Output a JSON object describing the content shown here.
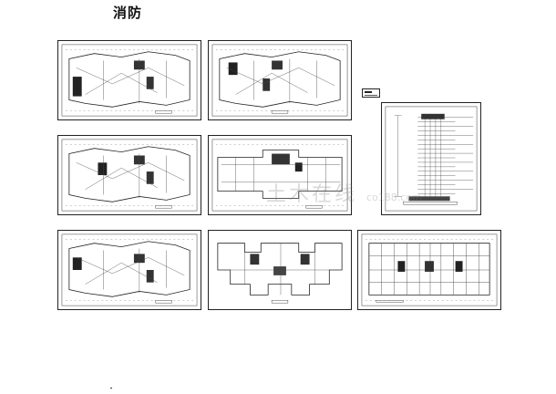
{
  "title": "消防",
  "sheets": [
    {
      "id": "plan-1",
      "kind": "floor-plan"
    },
    {
      "id": "plan-2",
      "kind": "floor-plan"
    },
    {
      "id": "plan-3",
      "kind": "floor-plan"
    },
    {
      "id": "plan-4",
      "kind": "floor-plan"
    },
    {
      "id": "plan-5",
      "kind": "floor-plan"
    },
    {
      "id": "plan-6",
      "kind": "residential-plan"
    },
    {
      "id": "plan-7",
      "kind": "residential-plan"
    },
    {
      "id": "riser",
      "kind": "system-riser"
    }
  ],
  "watermark": {
    "text": "土木在线",
    "sub": "co188.com"
  },
  "colors": {
    "line": "#222222",
    "background": "#ffffff"
  }
}
